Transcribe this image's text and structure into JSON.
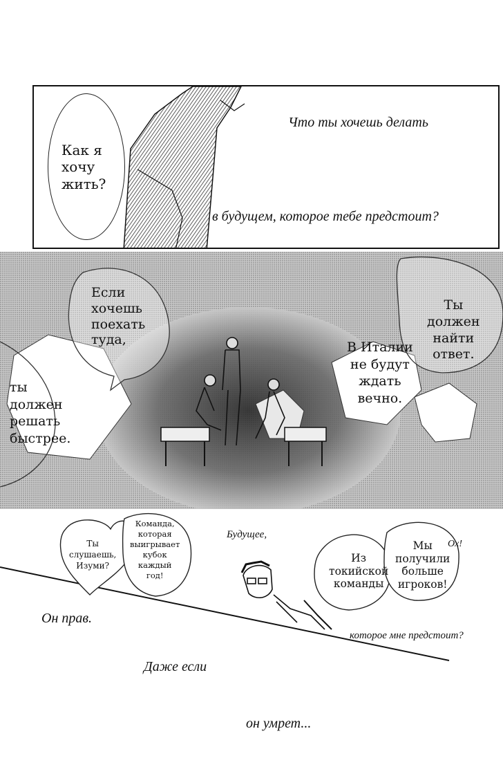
{
  "panel1": {
    "bubble": "Как я\nхочу\nжить?",
    "narration_top": "Что ты хочешь делать",
    "narration_bottom": "в будущем, которое тебе предстоит?"
  },
  "panel2": {
    "bubble_left_top": "Если\nхочешь\nпоехать\nтуда,",
    "bubble_left_bottom": "ты\nдолжен\nрешать\nбыстрее.",
    "bubble_right_mid": "В Италии\nне будут\nждать\nвечно.",
    "bubble_right_top": "Ты\nдолжен\nнайти\nответ."
  },
  "panel3": {
    "bubble_izumi": "Ты\nслушаешь,\nИзуми?",
    "bubble_team": "Команда,\nкоторая\nвыигрывает\nкубок\nкаждый\nгод!",
    "narration_future": "Будущее,",
    "bubble_tokyo": "Из\nтокийской\nкоманды",
    "bubble_players": "Мы\nполучили\nбольше\nигроков!",
    "exclaim": "Ох!",
    "narration_ahead": "которое мне предстоит?"
  },
  "bottom": {
    "line1": "Он прав.",
    "line2": "Даже если",
    "line3": "он умрет..."
  },
  "colors": {
    "ink": "#111111",
    "paper": "#ffffff",
    "screentone": "#8a8a8a"
  }
}
